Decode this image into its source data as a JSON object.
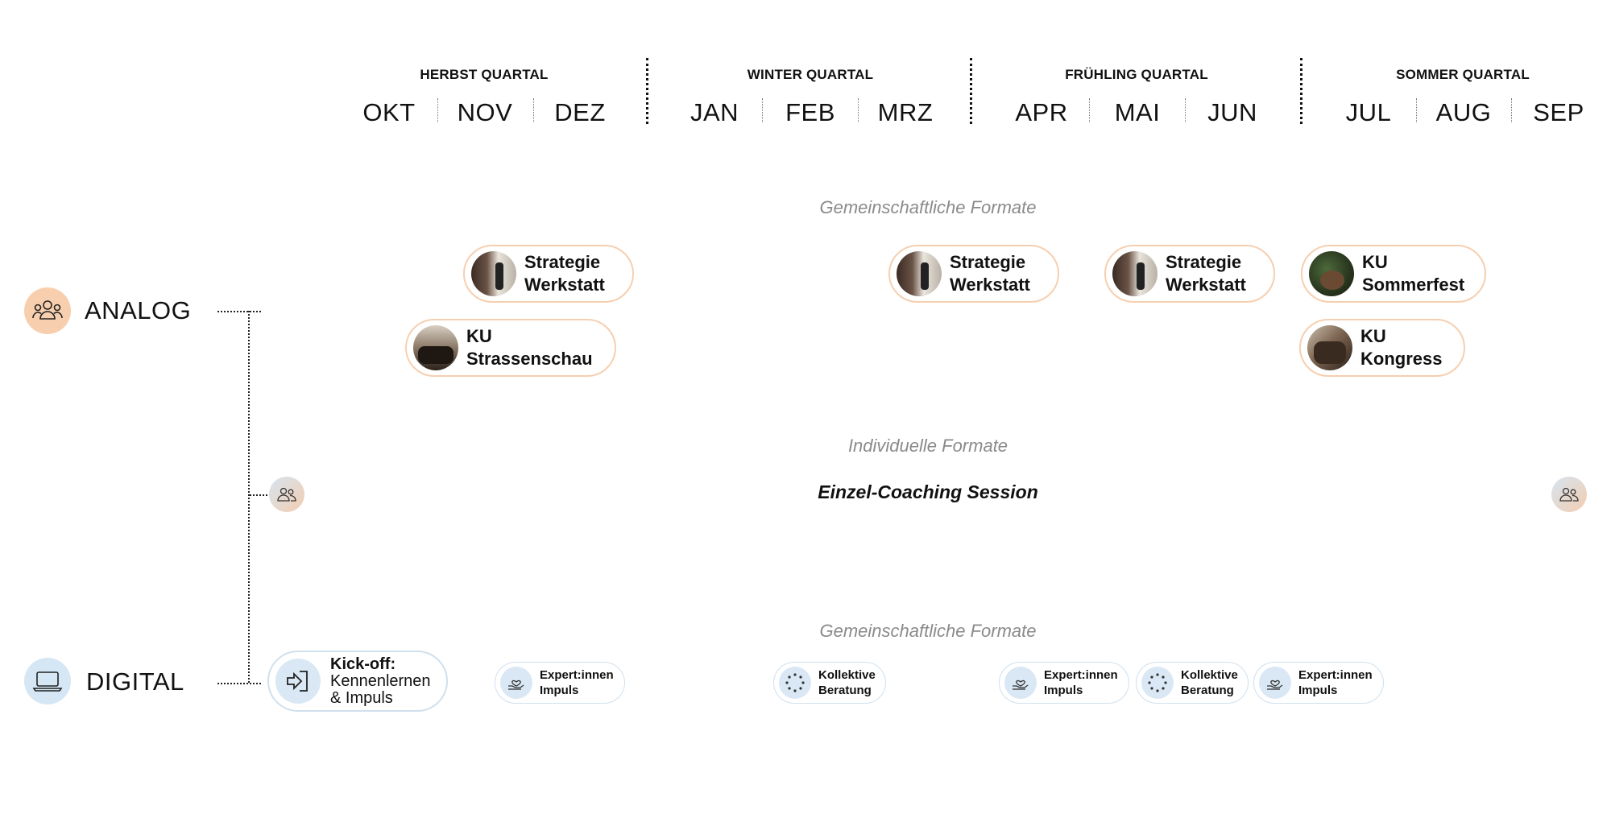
{
  "quarters": [
    {
      "title": "HERBST QUARTAL",
      "months": [
        "OKT",
        "NOV",
        "DEZ"
      ]
    },
    {
      "title": "WINTER QUARTAL",
      "months": [
        "JAN",
        "FEB",
        "MRZ"
      ]
    },
    {
      "title": "FRÜHLING QUARTAL",
      "months": [
        "APR",
        "MAI",
        "JUN"
      ]
    },
    {
      "title": "SOMMER QUARTAL",
      "months": [
        "JUL",
        "AUG",
        "SEP"
      ]
    }
  ],
  "categories": {
    "analog": {
      "label": "ANALOG",
      "icon": "group-people-icon",
      "color": "#f8cfae"
    },
    "digital": {
      "label": "DIGITAL",
      "icon": "laptop-icon",
      "color": "#d5e6f4"
    }
  },
  "sections": {
    "analog_common": "Gemeinschaftliche Formate",
    "individual": "Individuelle Formate",
    "coaching": "Einzel-Coaching Session",
    "digital_common": "Gemeinschaftliche Formate"
  },
  "analog_events": [
    {
      "line1": "Strategie",
      "line2": "Werkstatt"
    },
    {
      "line1": "KU",
      "line2": "Strassenschau"
    },
    {
      "line1": "Strategie",
      "line2": "Werkstatt"
    },
    {
      "line1": "Strategie",
      "line2": "Werkstatt"
    },
    {
      "line1": "KU",
      "line2": "Sommerfest"
    },
    {
      "line1": "KU",
      "line2": "Kongress"
    }
  ],
  "kickoff": {
    "bold": "Kick-off:",
    "line2": "Kennenlernen",
    "line3": "& Impuls",
    "icon": "login-arrow-icon"
  },
  "digital_events": [
    {
      "line1": "Expert:innen",
      "line2": "Impuls",
      "icon": "hand-heart-icon"
    },
    {
      "line1": "Kollektive",
      "line2": "Beratung",
      "icon": "dot-circle-icon"
    },
    {
      "line1": "Expert:innen",
      "line2": "Impuls",
      "icon": "hand-heart-icon"
    },
    {
      "line1": "Kollektive",
      "line2": "Beratung",
      "icon": "dot-circle-icon"
    },
    {
      "line1": "Expert:innen",
      "line2": "Impuls",
      "icon": "hand-heart-icon"
    }
  ],
  "colors": {
    "analog_border": "#f6cfb0",
    "digital_border": "#cfe0ee",
    "digital_icon_bg": "#d9e8f4"
  }
}
